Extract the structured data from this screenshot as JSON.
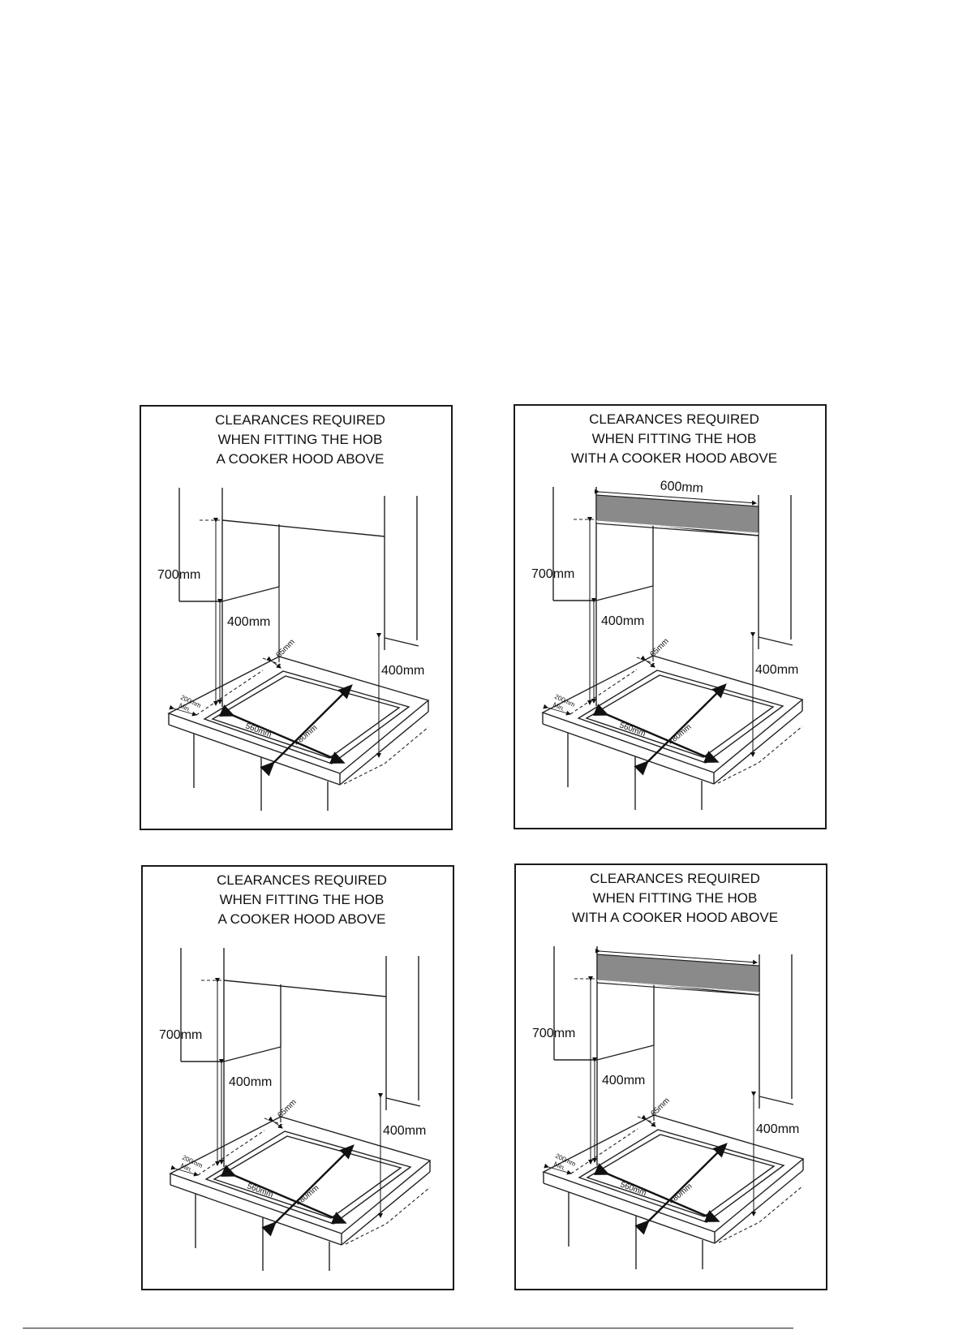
{
  "panels": [
    {
      "title": [
        "CLEARANCES REQUIRED",
        "WHEN FITTING THE HOB",
        "A COOKER HOOD ABOVE"
      ],
      "has_hood": false,
      "labels": {
        "hood_width": "",
        "height_700": "700mm",
        "height_400_left": "400mm",
        "height_400_right": "400mm",
        "depth_65": "65mm",
        "side_200": "200mm",
        "side_min": "Min.",
        "width_560": "560mm",
        "depth_480": "480mm"
      }
    },
    {
      "title": [
        "CLEARANCES REQUIRED",
        "WHEN FITTING THE HOB",
        "WITH A COOKER HOOD ABOVE"
      ],
      "has_hood": true,
      "labels": {
        "hood_width": "600mm",
        "height_700": "700mm",
        "height_400_left": "400mm",
        "height_400_right": "400mm",
        "depth_65": "65mm",
        "side_200": "200mm",
        "side_min": "Min.",
        "width_560": "560mm",
        "depth_480": "480mm"
      }
    },
    {
      "title": [
        "CLEARANCES REQUIRED",
        "WHEN FITTING THE HOB",
        "A COOKER HOOD ABOVE"
      ],
      "has_hood": false,
      "labels": {
        "hood_width": "",
        "height_700": "700mm",
        "height_400_left": "400mm",
        "height_400_right": "400mm",
        "depth_65": "65mm",
        "side_200": "200mm",
        "side_min": "Min.",
        "width_560": "560mm",
        "depth_480": "480mm"
      }
    },
    {
      "title": [
        "CLEARANCES REQUIRED",
        "WHEN FITTING THE HOB",
        "WITH A COOKER HOOD ABOVE"
      ],
      "has_hood": true,
      "labels": {
        "hood_width": "",
        "height_700": "700mm",
        "height_400_left": "400mm",
        "height_400_right": "400mm",
        "depth_65": "65mm",
        "side_200": "200mm",
        "side_min": "Min.",
        "width_560": "560mm",
        "depth_480": "480mm"
      }
    }
  ]
}
